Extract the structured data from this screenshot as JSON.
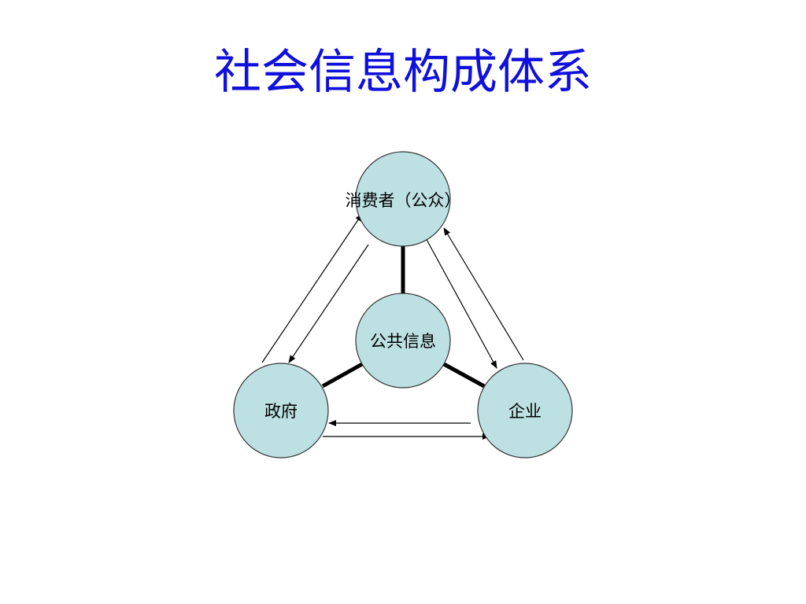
{
  "title": "社会信息构成体系",
  "nodes": {
    "consumer": "消费者（公众）",
    "public_info": "公共信息",
    "government": "政府",
    "enterprise": "企业"
  },
  "colors": {
    "title": "#1010dd",
    "node_fill": "#bde0e2",
    "node_stroke": "#333333",
    "line": "#000000"
  }
}
